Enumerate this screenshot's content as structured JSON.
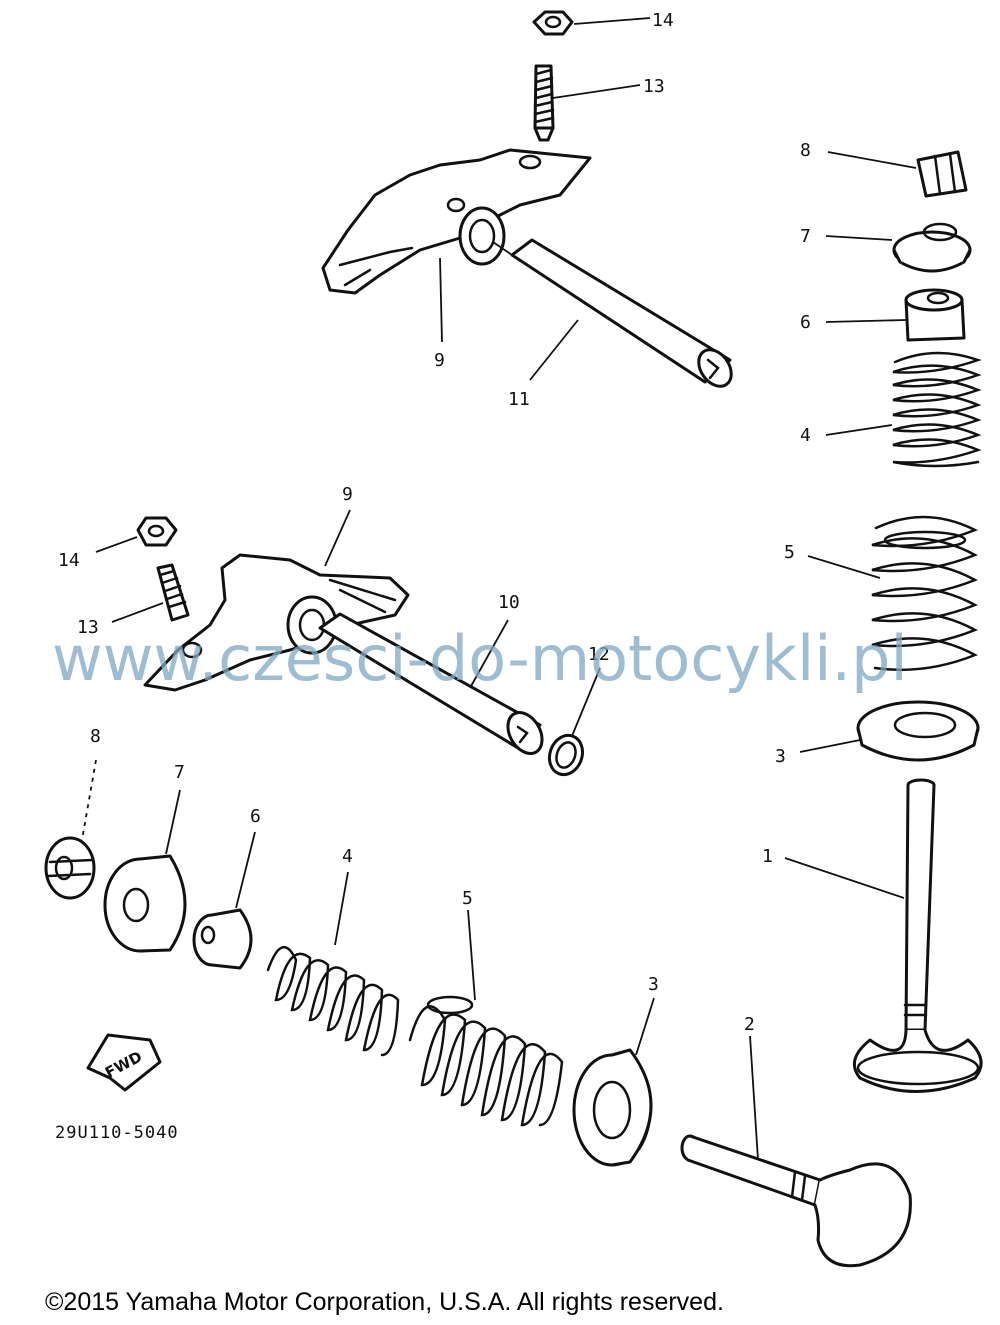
{
  "callouts": {
    "c14_top": "14",
    "c13_top": "13",
    "c9_top": "9",
    "c11": "11",
    "c8_right": "8",
    "c7_right": "7",
    "c6_right": "6",
    "c4_right": "4",
    "c5_right": "5",
    "c3_right": "3",
    "c1": "1",
    "c9_mid": "9",
    "c14_left": "14",
    "c13_left": "13",
    "c10": "10",
    "c12": "12",
    "c8_bottom": "8",
    "c7_bottom": "7",
    "c6_bottom": "6",
    "c4_bottom": "4",
    "c5_bottom": "5",
    "c3_bottom": "3",
    "c2": "2"
  },
  "fwd_label": "FWD",
  "diagram_code": "29U110-5040",
  "watermark": "www.czesci-do-motocykli.pl",
  "copyright": "©2015 Yamaha Motor Corporation, U.S.A. All rights reserved."
}
